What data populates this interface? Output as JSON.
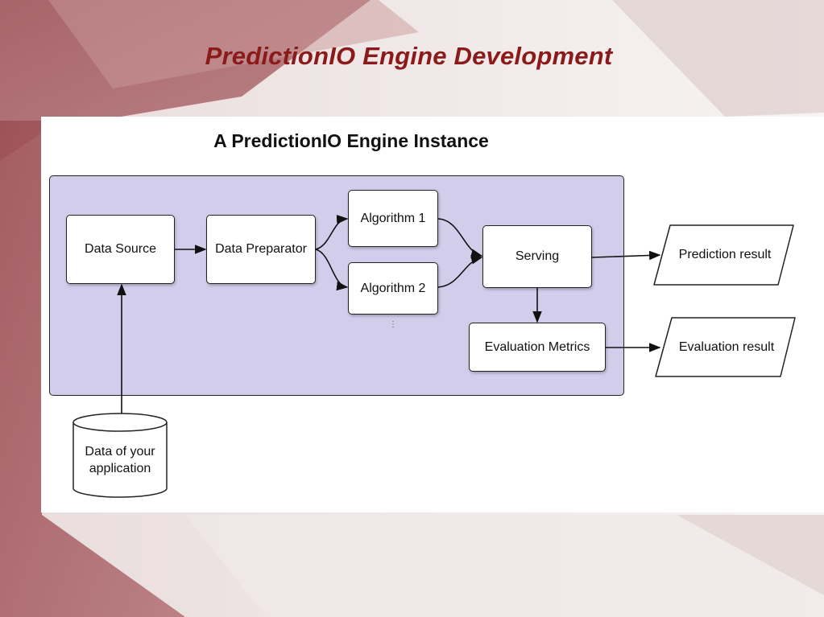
{
  "slide": {
    "title": "PredictionIO Engine Development"
  },
  "diagram": {
    "title": "A PredictionIO Engine Instance",
    "nodes": {
      "data_source": "Data Source",
      "data_preparator": "Data Preparator",
      "algorithm_1": "Algorithm 1",
      "algorithm_2": "Algorithm 2",
      "serving": "Serving",
      "evaluation_metrics": "Evaluation Metrics",
      "prediction_result": "Prediction result",
      "evaluation_result": "Evaluation result",
      "app_data": "Data of your application"
    },
    "ellipsis": "⋮"
  },
  "colors": {
    "title": "#8b1a1a",
    "engine_fill": "#d3cdec",
    "background_accent": "#a15a5a"
  }
}
